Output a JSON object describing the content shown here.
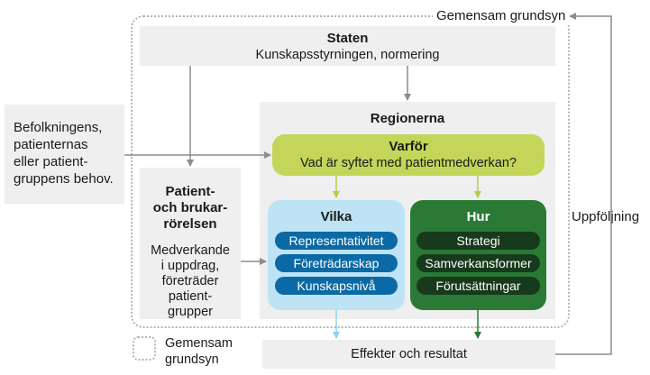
{
  "frame": {
    "label": "Gemensam grundsyn"
  },
  "staten": {
    "title": "Staten",
    "subtitle": "Kunskapsstyrningen, normering"
  },
  "befolkning": {
    "lines": [
      "Befolkningens,",
      "patienternas",
      "eller patient-",
      "gruppens behov."
    ]
  },
  "patient": {
    "title_lines": [
      "Patient-",
      "och brukar-",
      "rörelsen"
    ],
    "body_lines": [
      "Medverkande",
      "i uppdrag,",
      "företräder",
      "patient-",
      "grupper"
    ]
  },
  "regionerna": {
    "title": "Regionerna",
    "varfor": {
      "title": "Varför",
      "subtitle": "Vad är syftet med patientmedverkan?"
    },
    "vilka": {
      "title": "Vilka",
      "items": [
        "Representativitet",
        "Företrädarskap",
        "Kunskapsnivå"
      ]
    },
    "hur": {
      "title": "Hur",
      "items": [
        "Strategi",
        "Samverkansformer",
        "Förutsättningar"
      ]
    }
  },
  "effekter": {
    "label": "Effekter och resultat"
  },
  "legend": {
    "lines": [
      "Gemensam",
      "grundsyn"
    ]
  },
  "uppfoljning": {
    "label": "Uppföljning"
  },
  "colors": {
    "box_gray": "#efefef",
    "varfor_green": "#c3d65a",
    "vilka_light_blue": "#bde3f5",
    "vilka_pill_blue": "#0b6aa5",
    "hur_green": "#2a7a35",
    "hur_pill_dark": "#163a1b",
    "arrow_gray": "#8c8c8c"
  }
}
